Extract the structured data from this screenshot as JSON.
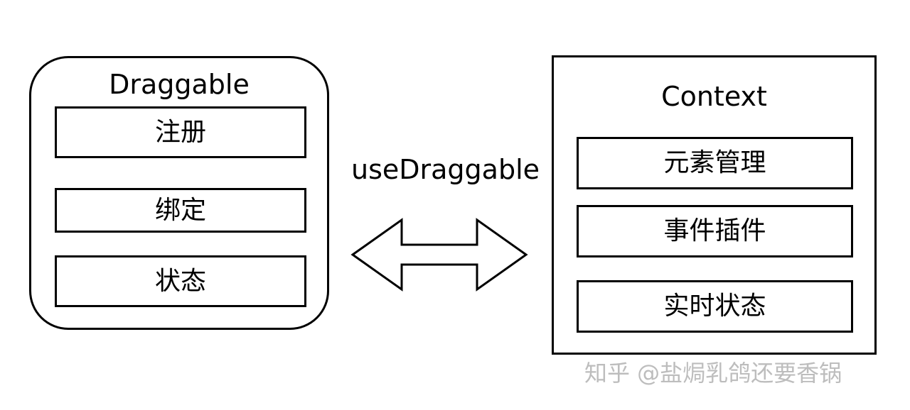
{
  "diagram": {
    "left_panel": {
      "title": "Draggable",
      "items": [
        "注册",
        "绑定",
        "状态"
      ]
    },
    "connector": {
      "label": "useDraggable",
      "direction": "bidirectional"
    },
    "right_panel": {
      "title": "Context",
      "items": [
        "元素管理",
        "事件插件",
        "实时状态"
      ]
    },
    "watermark": "知乎 @盐焗乳鸽还要香锅"
  },
  "colors": {
    "stroke": "#000000",
    "watermark": "#bdbdbd",
    "background": "#ffffff"
  }
}
